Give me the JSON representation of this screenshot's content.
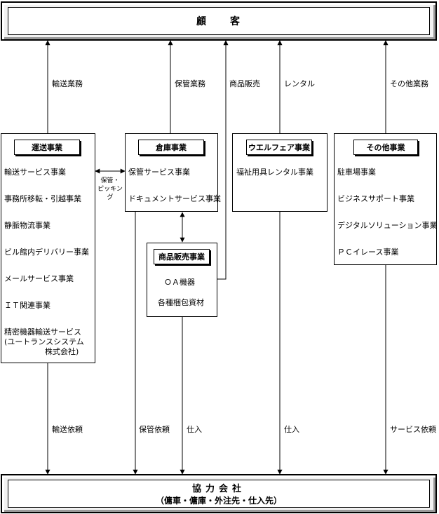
{
  "top": {
    "title": "顧　　客"
  },
  "bottom": {
    "title": "協力会社",
    "subtitle": "（傭車・傭庫・外注先・仕入先）"
  },
  "up_labels": [
    "輸送業務",
    "保管業務",
    "商品販売",
    "レンタル",
    "その他業務"
  ],
  "down_labels": [
    "輸送依頼",
    "保管依頼",
    "仕入",
    "仕入",
    "サービス依頼"
  ],
  "mid_label": [
    "保管・",
    "ピッキング"
  ],
  "transport": {
    "header": "運送事業",
    "items": [
      "輸送サービス事業",
      "事務所移転・引越事業",
      "静脈物流事業",
      "ビル館内デリバリー事業",
      "メールサービス事業",
      "ＩＴ関連事業",
      "精密機器輸送サービス"
    ],
    "sub": [
      "(ユートランスシステム",
      "株式会社)"
    ]
  },
  "warehouse": {
    "header": "倉庫事業",
    "items": [
      "保管サービス事業",
      "ドキュメントサービス事業"
    ]
  },
  "goods": {
    "header": "商品販売事業",
    "items": [
      "ＯＡ機器",
      "各種梱包資材"
    ]
  },
  "welfare": {
    "header": "ウエルフェア事業",
    "items": [
      "福祉用具レンタル事業"
    ]
  },
  "other": {
    "header": "その他事業",
    "items": [
      "駐車場事業",
      "ビジネスサポート事業",
      "デジタルソリューション事業",
      "ＰＣイレース事業"
    ]
  }
}
